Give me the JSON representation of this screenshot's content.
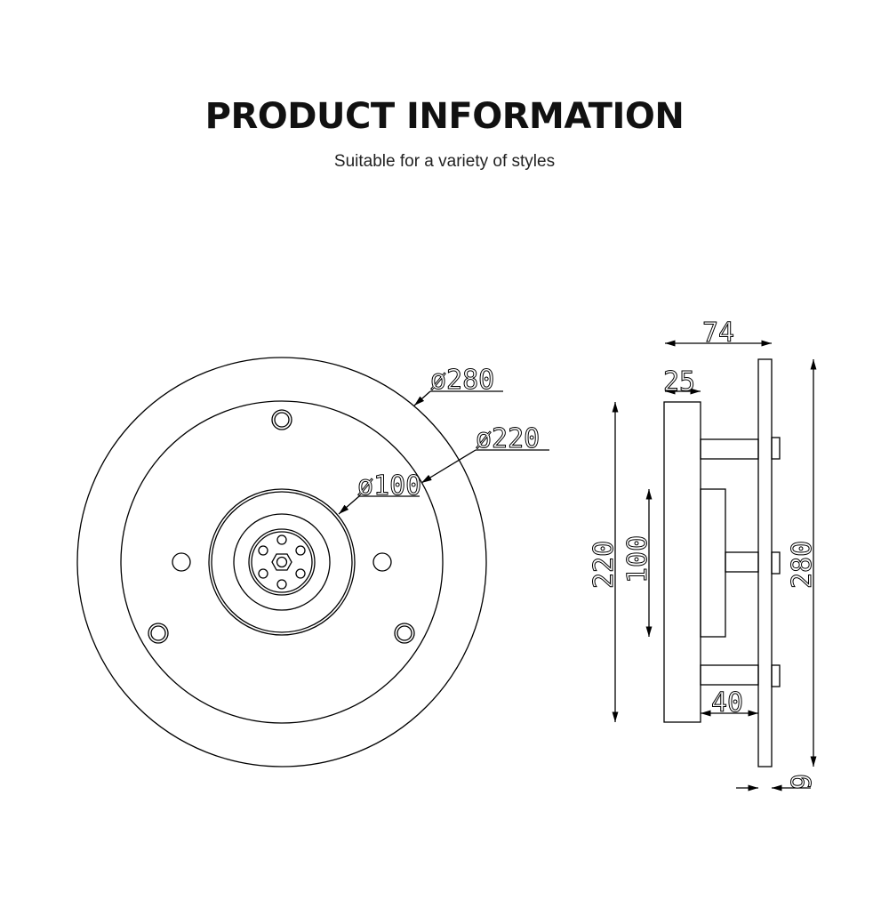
{
  "header": {
    "title": "PRODUCT INFORMATION",
    "subtitle": "Suitable for a variety of styles"
  },
  "front_view": {
    "dims": {
      "outer_diameter": "ø280",
      "middle_diameter": "ø220",
      "inner_diameter": "ø100"
    }
  },
  "side_view": {
    "dims": {
      "total_depth": "74",
      "canopy_depth": "25",
      "canopy_height": "220",
      "center_height": "100",
      "plate_height": "280",
      "spacer_length": "40",
      "plate_thickness": "9"
    }
  },
  "colors": {
    "line": "#000000",
    "background": "#ffffff"
  }
}
